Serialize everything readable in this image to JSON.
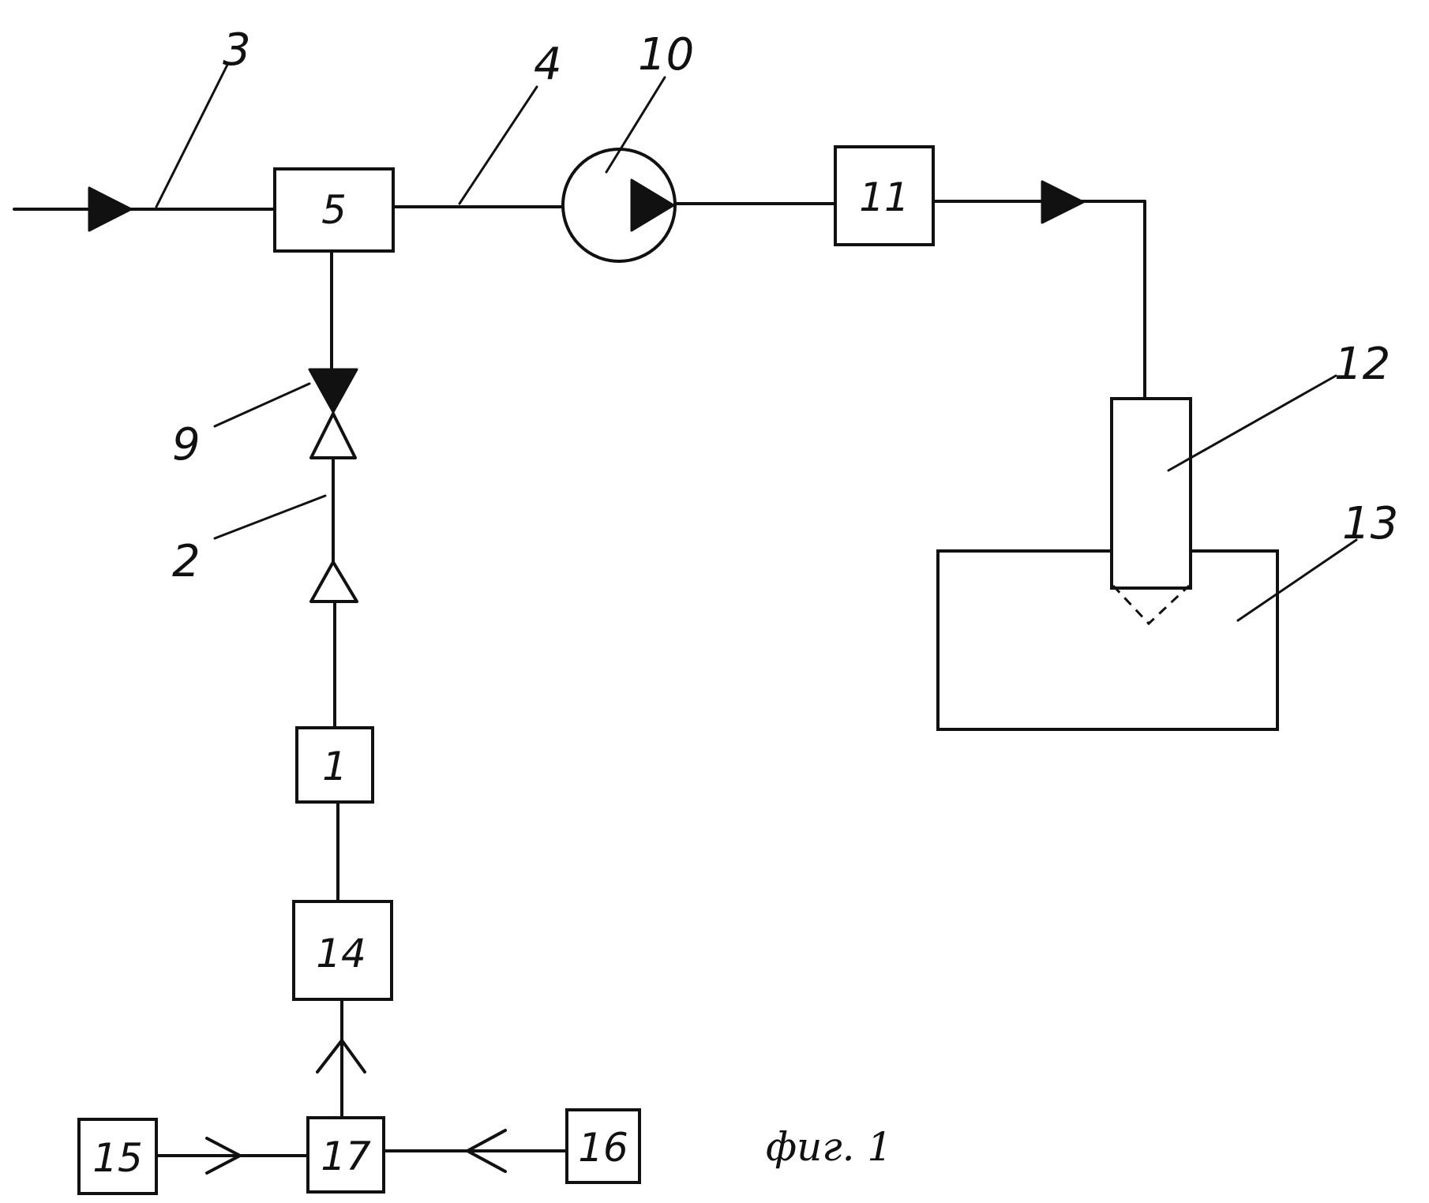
{
  "labels": {
    "box_1": "1",
    "box_5": "5",
    "box_11": "11",
    "box_14": "14",
    "box_15": "15",
    "box_16": "16",
    "box_17": "17",
    "pump_10": "10",
    "line_2": "2",
    "line_3": "3",
    "line_4": "4",
    "valve_9": "9",
    "tool_12": "12",
    "body_13": "13"
  },
  "caption": "фиг. 1"
}
